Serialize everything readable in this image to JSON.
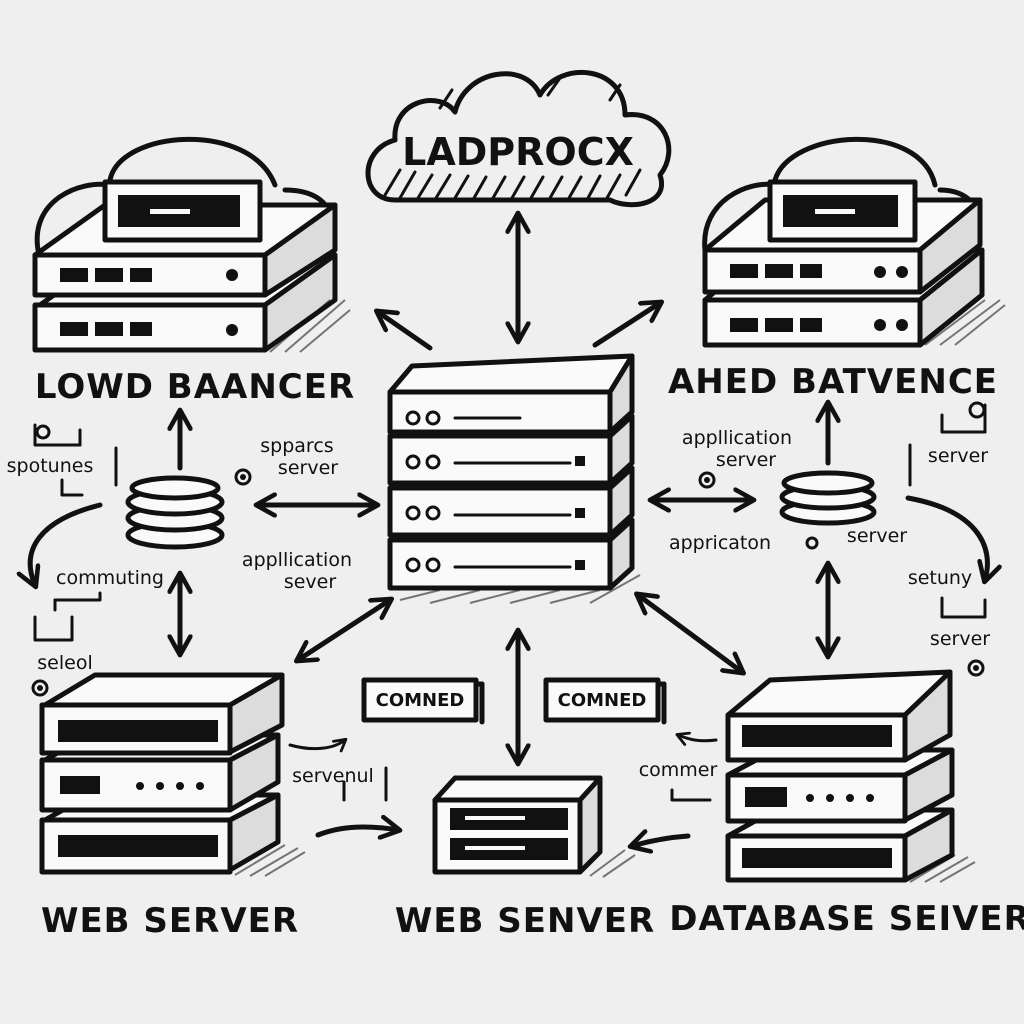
{
  "cloud": {
    "label": "LADPROCX"
  },
  "titles": {
    "top_left": "LOWD BAANCER",
    "top_right": "AHED BATVENCE",
    "bottom_left": "WEB SERVER",
    "bottom_center": "WEB SENVER",
    "bottom_right": "DATABASE SEIVER"
  },
  "notes": {
    "spparcs_server": "spparcs\nserver",
    "application_server_left": "appllication\nsever",
    "application_server_right": "appllication\nserver",
    "appricaton": "appricaton",
    "server_mid_right": "server",
    "server_top_right": "server",
    "spotunes": "spotunes",
    "commuting": "commuting",
    "seleol": "seleol",
    "setuny": "setuny",
    "server_right_lower": "server",
    "servenul": "servenul",
    "commer": "commer"
  },
  "boxes": {
    "left": "COMNED",
    "right": "COMNED"
  }
}
